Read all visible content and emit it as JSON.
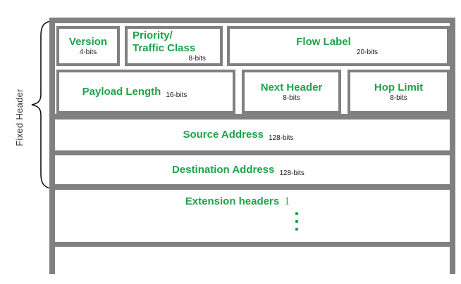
{
  "side_label": "Fixed Header",
  "colors": {
    "accent_green": "#1fa24b",
    "number_green": "#2aa65f",
    "border_gray": "#808080"
  },
  "fields": {
    "version": {
      "label": "Version",
      "bits": "4-bits"
    },
    "traffic_class": {
      "line1": "Priority/",
      "line2": "Traffic Class",
      "bits": "8-bits"
    },
    "flow_label": {
      "label": "Flow Label",
      "bits": "20-bits"
    },
    "payload_length": {
      "label": "Payload Length",
      "bits": "16-bits"
    },
    "next_header": {
      "label": "Next Header",
      "bits": "8-bits"
    },
    "hop_limit": {
      "label": "Hop Limit",
      "bits": "8-bits"
    },
    "source_address": {
      "label": "Source Address",
      "bits": "128-bits"
    },
    "destination_address": {
      "label": "Destination Address",
      "bits": "128-bits"
    },
    "extension_headers": {
      "label": "Extension headers",
      "number": "1"
    }
  }
}
